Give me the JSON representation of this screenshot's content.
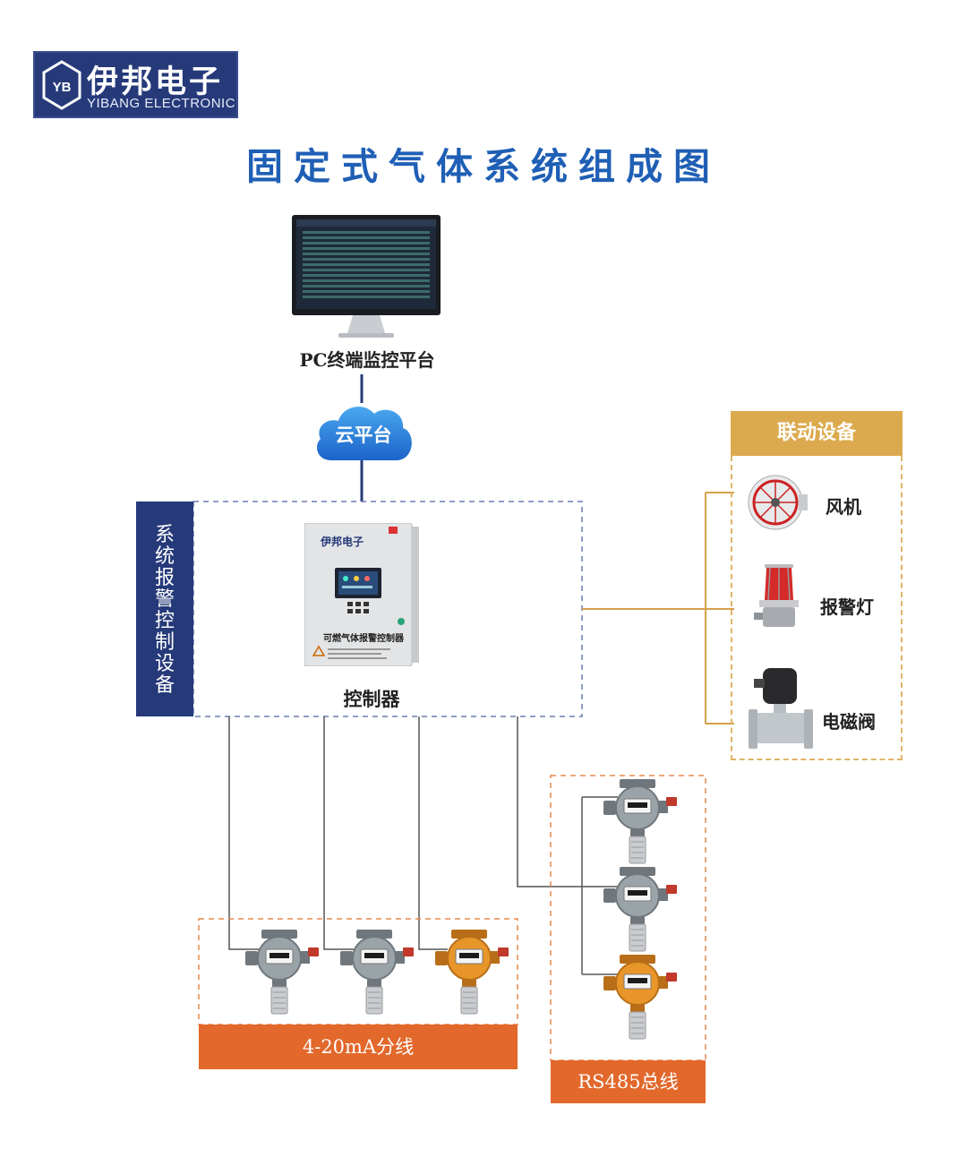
{
  "brand": {
    "logo_mark": "YB",
    "name_cn": "伊邦电子",
    "name_en": "YIBANG ELECTRONIC"
  },
  "title": "固定式气体系统组成图",
  "pc": {
    "label": "PC终端监控平台",
    "icon": "monitor-icon"
  },
  "cloud": {
    "label": "云平台",
    "icon": "cloud-icon"
  },
  "system": {
    "label": "系统报警控制设备"
  },
  "controller": {
    "label": "控制器",
    "device_brand": "伊邦电子",
    "device_name": "可燃气体报警控制器"
  },
  "linkage": {
    "header": "联动设备",
    "items": [
      {
        "label": "风机",
        "icon": "fan-icon"
      },
      {
        "label": "报警灯",
        "icon": "alarm-light-icon"
      },
      {
        "label": "电磁阀",
        "icon": "solenoid-valve-icon"
      }
    ]
  },
  "analog": {
    "label": "4-20mA分线",
    "detectors": [
      "gray",
      "gray",
      "orange"
    ]
  },
  "bus": {
    "label": "RS485总线",
    "detectors": [
      "gray",
      "gray",
      "orange"
    ]
  },
  "colors": {
    "navy": "#263a7a",
    "title_blue": "#1f5fb5",
    "gold": "#dcaa4e",
    "orange": "#e2682b",
    "detector_gray": "#9aa3a8",
    "detector_orange": "#e8962a"
  }
}
